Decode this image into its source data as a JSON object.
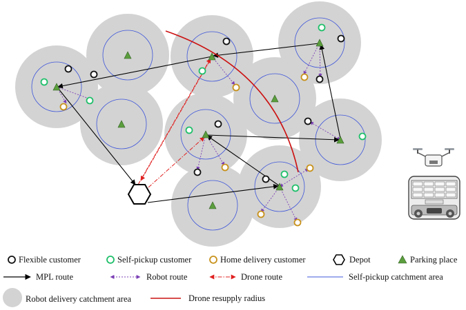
{
  "legend": {
    "flexible_customer": "Flexible customer",
    "self_pickup_customer": "Self-pickup customer",
    "home_delivery_customer": "Home delivery customer",
    "depot": "Depot",
    "parking_place": "Parking place",
    "mpl_route": "MPL route",
    "robot_route": "Robot route",
    "drone_route": "Drone route",
    "self_pickup_area": "Self-pickup catchment area",
    "robot_area": "Robot delivery catchment area",
    "drone_radius": "Drone resupply radius"
  },
  "colors": {
    "robot_area": "#d3d3d3",
    "self_pickup_ring": "#3d55d9",
    "flexible": "#111111",
    "self_pickup": "#1fbf6a",
    "home_delivery": "#c8921c",
    "parking": "#5b9e3e",
    "robot_route": "#7b3fb5",
    "drone_route": "#e02020",
    "drone_radius": "#cc1111",
    "mpl_route": "#000000"
  },
  "icons": {
    "drone": "drone-icon",
    "robot": "robot-vehicle-icon"
  }
}
